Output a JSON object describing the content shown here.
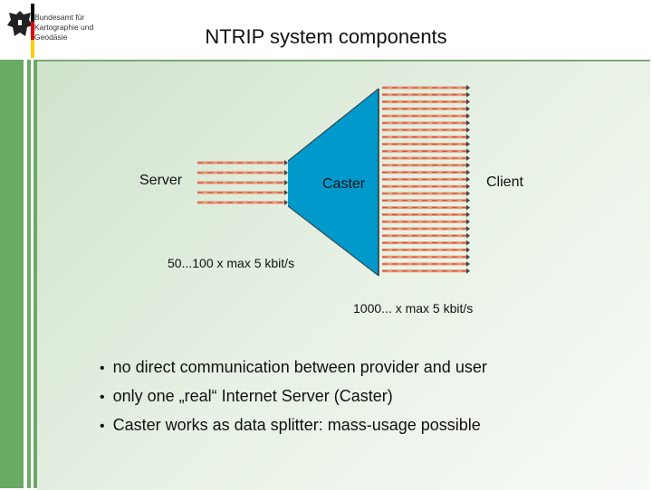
{
  "logo": {
    "icon": "eagle-icon",
    "colors": [
      "#000000",
      "#dd0000",
      "#ffcc00"
    ],
    "lines": [
      "Bundesamt für",
      "Kartographie und Geodäsie"
    ]
  },
  "title": "NTRIP system components",
  "diagram": {
    "labels": {
      "server": "Server",
      "caster": "Caster",
      "client": "Client",
      "server_rate": "50...100 x max 5 kbit/s",
      "client_rate": "1000... x max 5 kbit/s"
    },
    "server_streams": 5,
    "client_streams": 27,
    "colors": {
      "caster": "#0099cc",
      "stream_orange": "#e89870",
      "stream_red": "#cc4444",
      "stream_dark": "#444444",
      "panel_green": "#6aaa64"
    }
  },
  "bullets": [
    "no direct communication between provider and user",
    "only one „real“ Internet Server (Caster)",
    "Caster works as data splitter: mass-usage possible"
  ]
}
